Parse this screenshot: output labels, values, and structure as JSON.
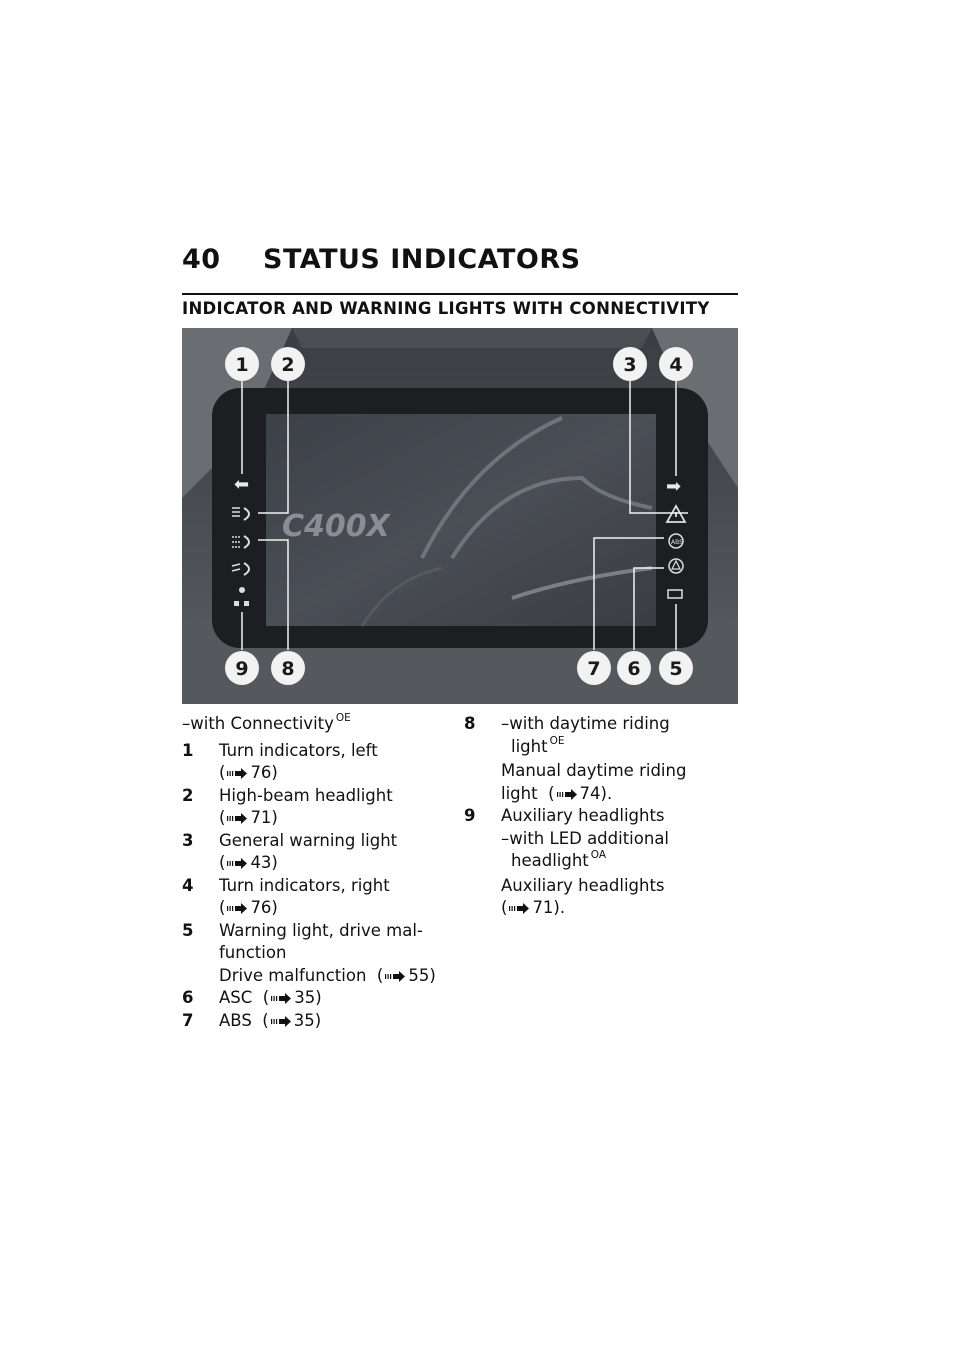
{
  "header": {
    "page_number": "40",
    "chapter": "STATUS INDICATORS"
  },
  "section_title": "INDICATOR AND WARNING LIGHTS WITH CONNECTIVITY",
  "figure": {
    "logo_text": "C400X",
    "callouts": [
      "1",
      "2",
      "3",
      "4",
      "5",
      "6",
      "7",
      "8",
      "9"
    ]
  },
  "left_column": {
    "intro": "–with Connectivity",
    "intro_sup": "OE",
    "items": [
      {
        "num": "1",
        "lines": [
          "Turn indicators, left"
        ],
        "ref": "76)"
      },
      {
        "num": "2",
        "lines": [
          "High-beam headlight"
        ],
        "ref": "71)"
      },
      {
        "num": "3",
        "lines": [
          "General warning light"
        ],
        "ref": "43)"
      },
      {
        "num": "4",
        "lines": [
          "Turn indicators, right"
        ],
        "ref": "76)"
      },
      {
        "num": "5",
        "lines": [
          "Warning light, drive mal-",
          "function"
        ],
        "detail": "Drive malfunction",
        "ref": "55)"
      },
      {
        "num": "6",
        "text": "ASC",
        "ref": "35)"
      },
      {
        "num": "7",
        "text": "ABS",
        "ref": "35)"
      }
    ]
  },
  "right_column": {
    "item8": {
      "num": "8",
      "cond_line1": "–with daytime riding",
      "cond_line2": "light",
      "cond_sup": "OE",
      "text_line1": "Manual daytime riding",
      "text_line2": "light",
      "ref": "74)."
    },
    "item9": {
      "num": "9",
      "title": "Auxiliary headlights",
      "cond_line1": "–with LED additional",
      "cond_line2": "headlight",
      "cond_sup": "OA",
      "text_line1": "Auxiliary headlights",
      "ref": "71)."
    }
  },
  "colors": {
    "text": "#111111",
    "figure_bg": "#2a2d31",
    "screen": "#4b4f55",
    "callout_line": "#f2f2f2"
  }
}
